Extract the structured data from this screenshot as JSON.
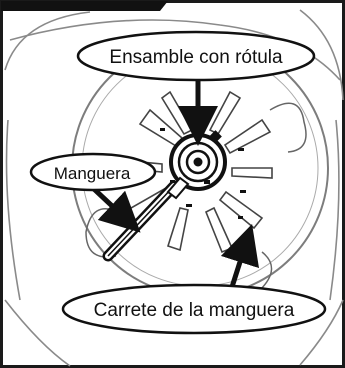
{
  "labels": {
    "ball_joint_assembly": "Ensamble con rótula",
    "hose": "Manguera",
    "hose_reel": "Carrete de la manguera"
  },
  "colors": {
    "ink": "#111111",
    "frame": "#1a1a1a",
    "reel_line": "#8a8a8a",
    "background": "#ffffff"
  },
  "icons": {
    "arrow": "filled-arrow",
    "fitting": "swivel-fitting"
  }
}
